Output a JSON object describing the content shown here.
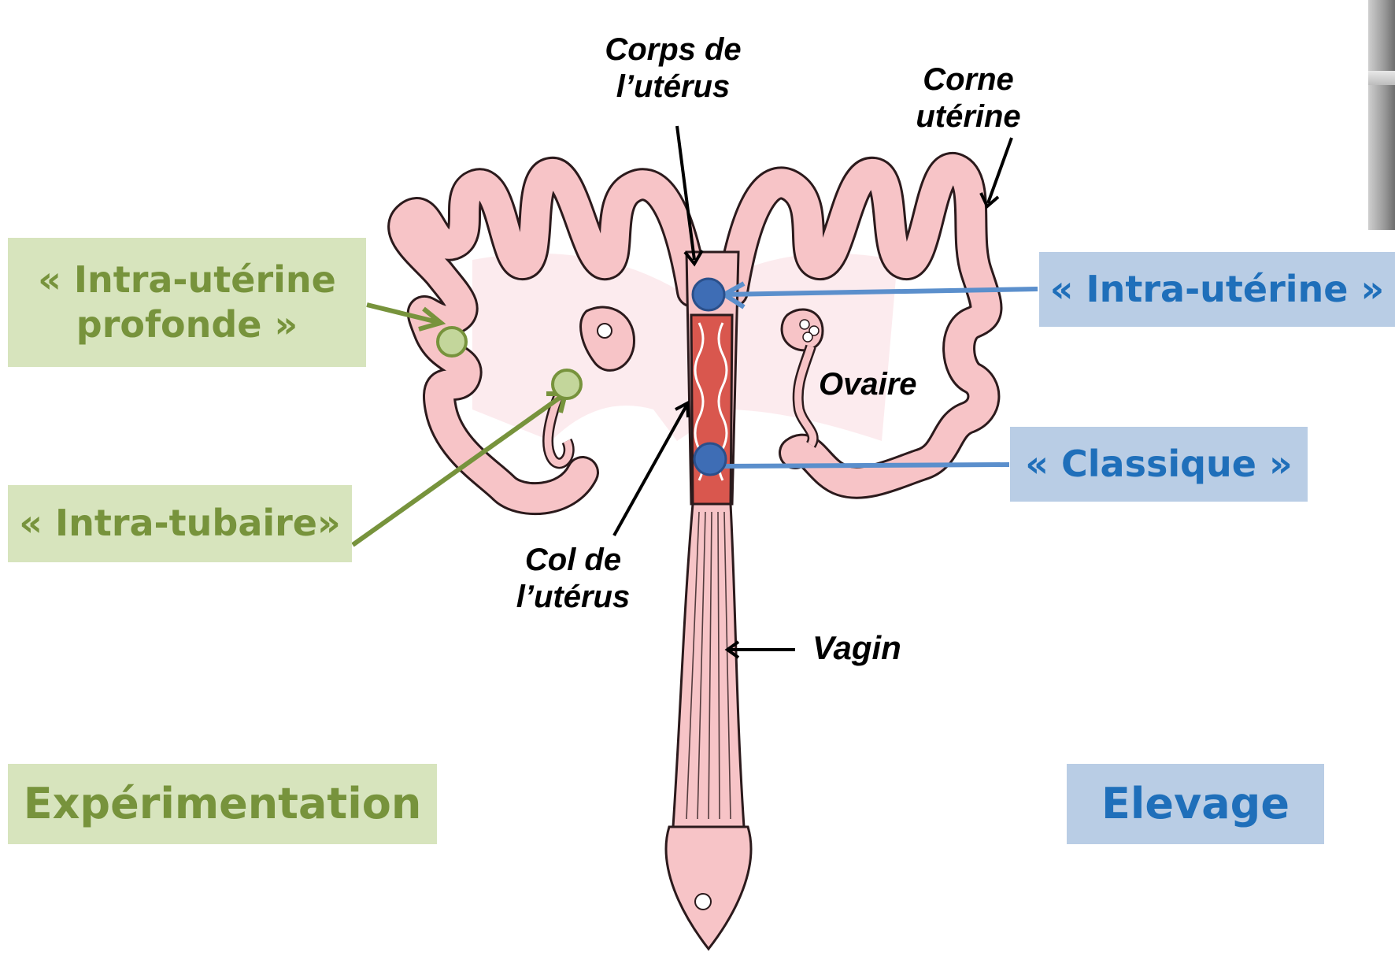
{
  "anatomy_labels": {
    "corps": "Corps de\nl’utérus",
    "corne": "Corne\nutérine",
    "ovaire": "Ovaire",
    "col": "Col de\nl’utérus",
    "vagin": "Vagin"
  },
  "experimentation": {
    "title": "Expérimentation",
    "intra_uterine_profonde": "« Intra-utérine\nprofonde »",
    "intra_tubaire": "« Intra-tubaire»"
  },
  "elevage": {
    "title": "Elevage",
    "intra_uterine": "« Intra-utérine »",
    "classique": "« Classique »"
  },
  "colors": {
    "green_box": "#d7e4bd",
    "green_text": "#77933c",
    "green_line": "#77933c",
    "green_dot": "#c3d69b",
    "blue_box": "#b9cde5",
    "blue_text": "#1f6fba",
    "blue_line": "#5b8fcc",
    "blue_dot": "#3e6db5",
    "tissue": "#f7c4c7",
    "tissue_light": "#fbe1e4",
    "cervix_red": "#d9574e"
  }
}
